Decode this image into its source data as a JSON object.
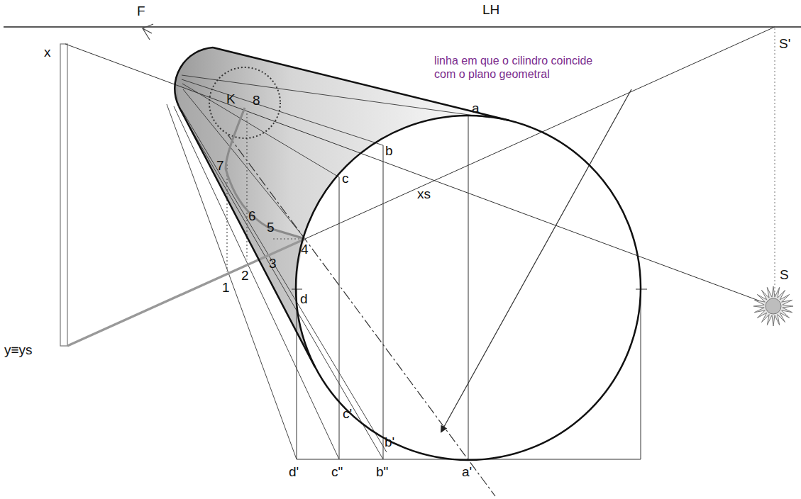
{
  "diagram": {
    "labels": [
      "F",
      "LH",
      "S'",
      "x",
      "K",
      "8",
      "linha em que o cilindro coincide com o plano geometral",
      "a",
      "b",
      "c",
      "xs",
      "7",
      "6",
      "5",
      "4",
      "3",
      "2",
      "1",
      "d",
      "S",
      "y≡ys",
      "c'",
      "b'",
      "d'",
      "c\"",
      "b\"",
      "a'"
    ]
  }
}
